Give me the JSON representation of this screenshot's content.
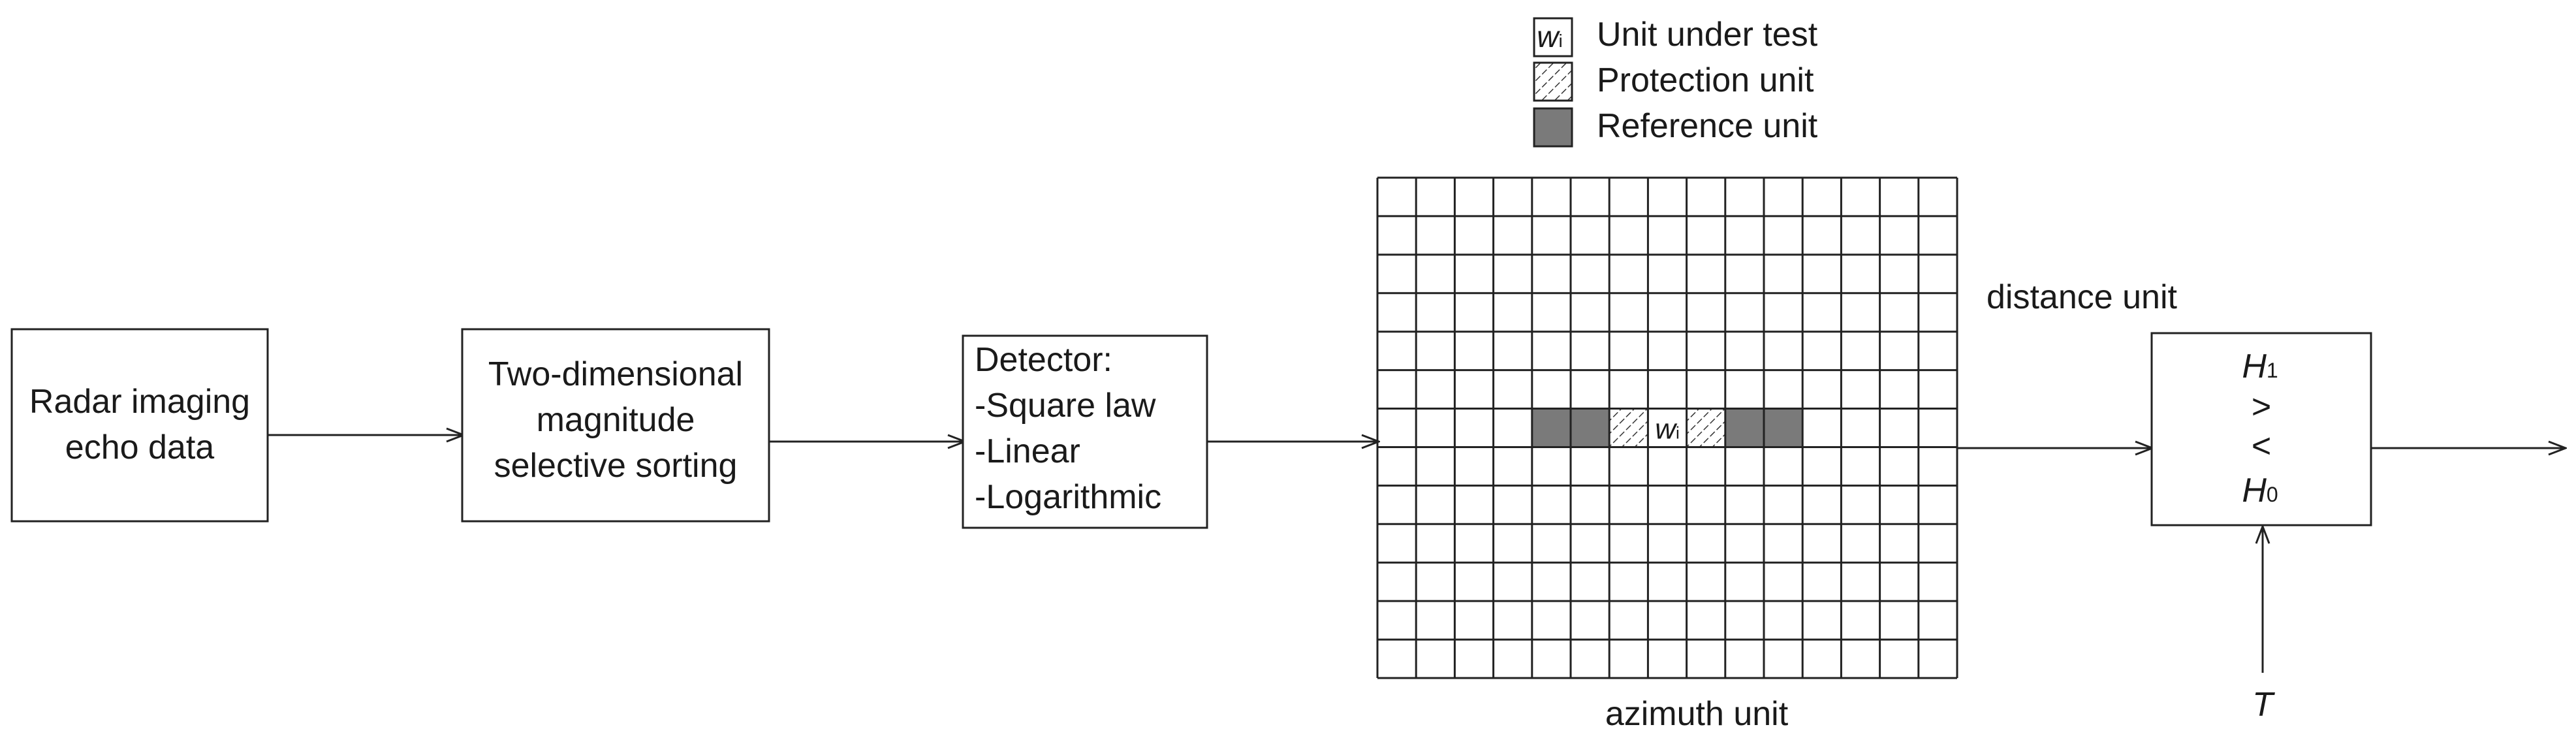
{
  "blocks": {
    "radar": {
      "lines": [
        "Radar imaging",
        "echo data"
      ]
    },
    "sorting": {
      "lines": [
        "Two-dimensional",
        "magnitude",
        "selective sorting"
      ]
    },
    "detector": {
      "lines": [
        "Detector:",
        "-Square law",
        "-Linear",
        "-Logarithmic"
      ]
    },
    "decision": {
      "h1": "H",
      "h1_sub": "1",
      "greater": ">",
      "less": "<",
      "h0": "H",
      "h0_sub": "0"
    }
  },
  "threshold": {
    "label": "T"
  },
  "grid": {
    "rows": 13,
    "cols": 15,
    "distance_label": "distance unit",
    "azimuth_label": "azimuth unit",
    "test_row": 6,
    "cells": [
      {
        "col": 4,
        "type": "reference"
      },
      {
        "col": 5,
        "type": "reference"
      },
      {
        "col": 6,
        "type": "protection"
      },
      {
        "col": 7,
        "type": "test"
      },
      {
        "col": 8,
        "type": "protection"
      },
      {
        "col": 9,
        "type": "reference"
      },
      {
        "col": 10,
        "type": "reference"
      }
    ],
    "test_cell_label": "w",
    "test_cell_sub": "i"
  },
  "legend": {
    "items": [
      {
        "type": "test",
        "label": "Unit under test",
        "swatch_text": "w",
        "swatch_sub": "i"
      },
      {
        "type": "protection",
        "label": "Protection unit"
      },
      {
        "type": "reference",
        "label": "Reference unit"
      }
    ]
  },
  "colors": {
    "reference_fill": "#7a7a7a",
    "stroke": "#222222"
  }
}
